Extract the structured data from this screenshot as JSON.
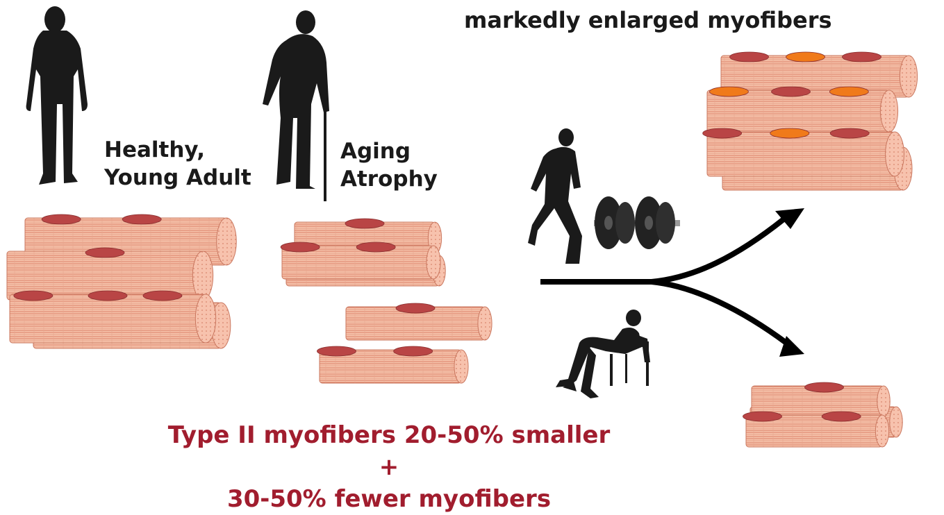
{
  "top_caption": "markedly enlarged myofibers",
  "healthy_label": {
    "line1": "Healthy,",
    "line2": "Young Adult"
  },
  "aging_label": {
    "line1": "Aging",
    "line2": "Atrophy"
  },
  "bottom_caption": {
    "line1": "Type II myofibers 20-50% smaller",
    "line2": "+",
    "line3": "30-50% fewer myofibers"
  },
  "colors": {
    "fiber_light": "#f7c9b2",
    "fiber_mid": "#e8957a",
    "fiber_stripe": "#c96d55",
    "fiber_end": "#f4b7a0",
    "nucleus_red": "#b94545",
    "nucleus_orange": "#f07a1a",
    "silhouette": "#1a1a1a",
    "caption_red": "#a11d2e"
  },
  "icons": [
    "standing-man-icon",
    "elderly-man-cane-icon",
    "running-man-icon",
    "dumbbell-icon",
    "sitting-man-icon",
    "branch-arrow-icon"
  ]
}
